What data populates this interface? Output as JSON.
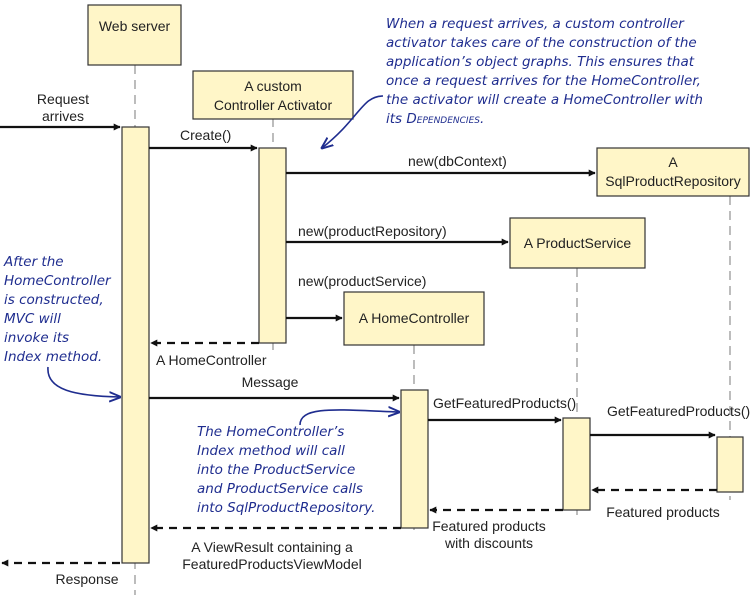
{
  "participants": {
    "web_server": "Web server",
    "activator_l1": "A custom",
    "activator_l2": "Controller Activator",
    "repo_l1": "A",
    "repo_l2": "SqlProductRepository",
    "product_service": "A ProductService",
    "home_controller": "A HomeController"
  },
  "messages": {
    "request_l1": "Request",
    "request_l2": "arrives",
    "create": "Create()",
    "new_dbcontext": "new(dbContext)",
    "new_repo": "new(productRepository)",
    "new_service": "new(productService)",
    "return_home": "A HomeController",
    "message": "Message",
    "get_featured_1": "GetFeaturedProducts()",
    "get_featured_2": "GetFeaturedProducts()",
    "featured_products": "Featured products",
    "featured_discounts_l1": "Featured products",
    "featured_discounts_l2": "with discounts",
    "viewresult_l1": "A ViewResult containing a",
    "viewresult_l2": "FeaturedProductsViewModel",
    "response": "Response"
  },
  "notes": {
    "top": [
      "When a request arrives, a custom controller",
      "activator takes care of the construction of the",
      "application’s object graphs. This ensures that",
      "once a request arrives for the HomeController,",
      "the activator will create a HomeController with",
      "its "
    ],
    "top_smallcaps": "Dependencies",
    "top_end": ".",
    "left": [
      "After the",
      "HomeController",
      "is constructed,",
      "MVC will",
      "invoke its",
      "Index method."
    ],
    "middle": [
      "The HomeController’s",
      "Index method will call",
      "into the ProductService",
      "and ProductService calls",
      "into SqlProductRepository."
    ]
  },
  "colors": {
    "box_fill": "#fff6c8",
    "note_ink": "#1f2d8f",
    "lifeline": "#999999"
  }
}
